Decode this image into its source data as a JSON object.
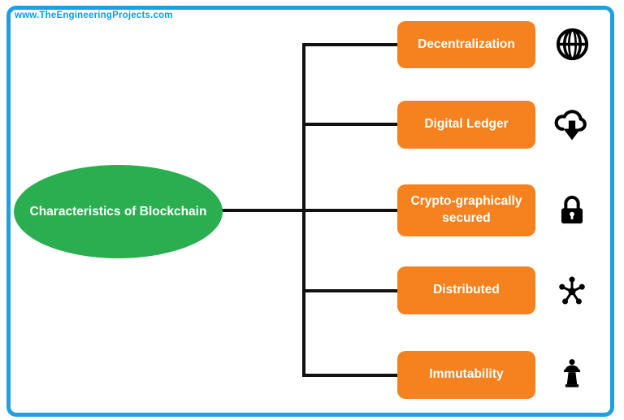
{
  "watermark": "www.TheEngineeringProjects.com",
  "diagram": {
    "root": {
      "label": "Characteristics of Blockchain"
    },
    "branches": [
      {
        "label": "Decentralization",
        "icon": "globe-icon"
      },
      {
        "label": "Digital Ledger",
        "icon": "cloud-download-icon"
      },
      {
        "label": "Crypto-graphically secured",
        "icon": "lock-icon"
      },
      {
        "label": "Distributed",
        "icon": "network-icon"
      },
      {
        "label": "Immutability",
        "icon": "podium-icon"
      }
    ]
  },
  "colors": {
    "node_orange": "#F5821F",
    "root_green": "#2BAE4F",
    "frame_blue": "#1C9FE3",
    "watermark_blue": "#00A1E4",
    "connector_black": "#111111",
    "text_white": "#FFFFFF"
  }
}
